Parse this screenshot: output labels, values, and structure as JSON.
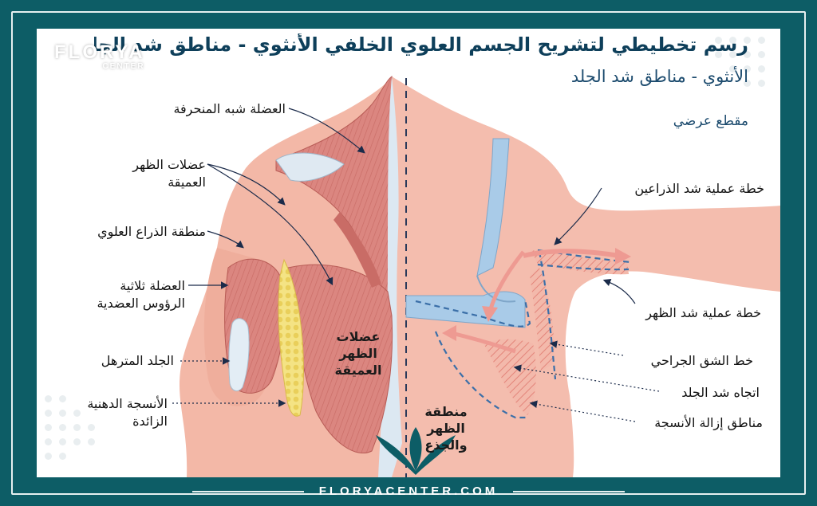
{
  "header": {
    "title": "رسم تخطيطي لتشريح الجسم العلوي الخلفي الأنثوي - مناطق شد الجلد",
    "subtitle": "الأنثوي - مناطق شد الجلد",
    "section": "مقطع عرضي"
  },
  "logo": {
    "name": "FLORYA",
    "sub": "CENTER"
  },
  "left_labels": {
    "trapezius": "العضلة شبه المنحرفة",
    "deep_back_1": "عضلات الظهر",
    "deep_back_2": "العميقة",
    "upper_arm": "منطقة الذراع العلوي",
    "triceps_1": "العضلة ثلاثية",
    "triceps_2": "الرؤوس العضدية",
    "loose_skin": "الجلد المترهل",
    "fat_1": "الأنسجة الدهنية",
    "fat_2": "الزائدة"
  },
  "inner_labels": {
    "deep_back_1": "عضلات",
    "deep_back_2": "الظهر",
    "deep_back_3": "العميقة",
    "back_torso_1": "منطقة",
    "back_torso_2": "الظهر",
    "back_torso_3": "والجذع"
  },
  "right_labels": {
    "arm_lift_plan": "خطة عملية شد الذراعين",
    "back_lift_plan": "خطة عملية شد الظهر",
    "incision_line": "خط الشق الجراحي",
    "skin_direction": "اتجاه شد الجلد",
    "tissue_removal": "مناطق إزالة الأنسجة"
  },
  "footer": {
    "website": "FLORYACENTER.COM"
  },
  "colors": {
    "frame": "#0d5d66",
    "title": "#0e3f5a",
    "skin": "#f2b8a8",
    "muscle": "#d9807a",
    "fat": "#f3e07a",
    "bra": "#a9cbe8",
    "incision": "#3b6fa8"
  }
}
